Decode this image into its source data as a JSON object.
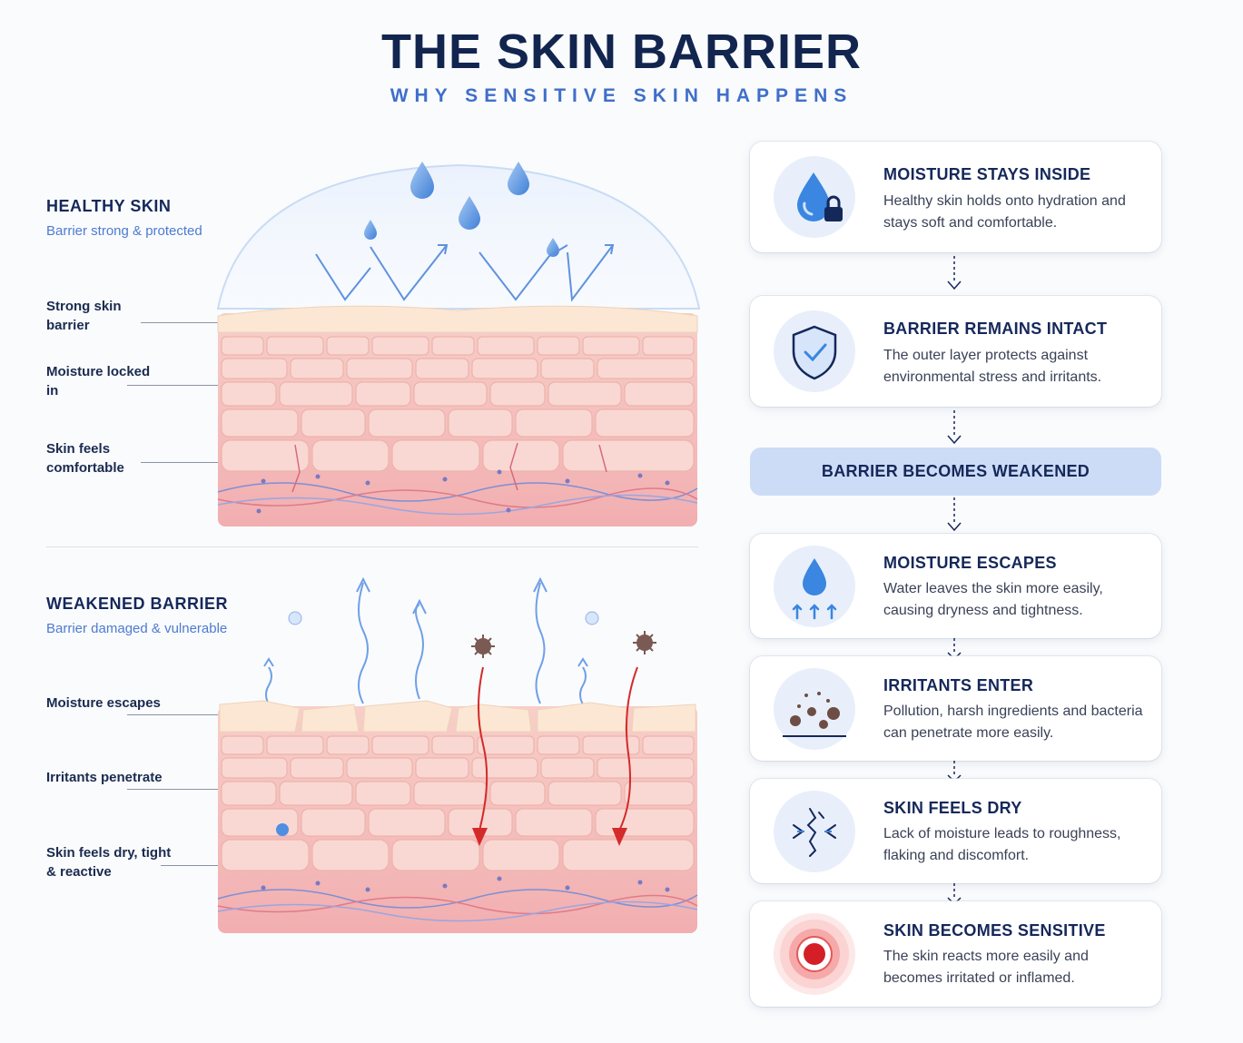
{
  "title": "THE SKIN BARRIER",
  "subtitle": "WHY SENSITIVE SKIN HAPPENS",
  "healthy": {
    "heading": "HEALTHY SKIN",
    "sub": "Barrier strong & protected",
    "labels": [
      "Strong skin barrier",
      "Moisture locked in",
      "Skin feels comfortable"
    ]
  },
  "weakened": {
    "heading": "WEAKENED BARRIER",
    "sub": "Barrier damaged & vulnerable",
    "labels": [
      "Moisture escapes",
      "Irritants penetrate",
      "Skin feels dry, tight & reactive"
    ]
  },
  "flow": {
    "cards_top": [
      {
        "title": "MOISTURE STAYS INSIDE",
        "desc": "Healthy skin holds onto hydration and stays soft and comfortable.",
        "icon": "droplet-lock-icon"
      },
      {
        "title": "BARRIER REMAINS INTACT",
        "desc": "The outer layer protects against environmental stress and irritants.",
        "icon": "shield-check-icon"
      }
    ],
    "banner": "BARRIER BECOMES WEAKENED",
    "cards_bottom": [
      {
        "title": "MOISTURE ESCAPES",
        "desc": "Water leaves the skin more easily, causing dryness and tightness.",
        "icon": "droplet-evaporating-icon"
      },
      {
        "title": "IRRITANTS ENTER",
        "desc": "Pollution, harsh ingredients and bacteria can penetrate more easily.",
        "icon": "particles-icon"
      },
      {
        "title": "SKIN FEELS DRY",
        "desc": "Lack of moisture leads to roughness, flaking and discomfort.",
        "icon": "cracked-skin-icon"
      },
      {
        "title": "SKIN BECOMES SENSITIVE",
        "desc": "The skin reacts more easily and becomes irritated or inflamed.",
        "icon": "inflammation-target-icon"
      }
    ]
  },
  "colors": {
    "navy": "#15285a",
    "accent_blue": "#3f6fc9",
    "skin_pink": "#f2b7b0",
    "irritant_red": "#d42a2a"
  }
}
